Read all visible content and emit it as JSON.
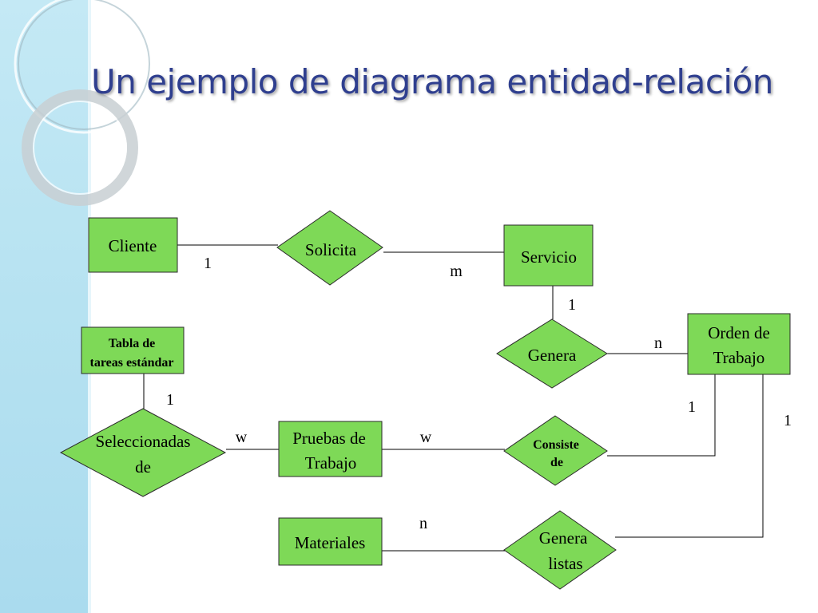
{
  "title": "Un ejemplo de diagrama entidad-relación",
  "colors": {
    "shape_fill": "#7ed957",
    "title": "#2f3f8f",
    "band": "#b6e2f1"
  },
  "entities": [
    {
      "id": "cliente",
      "lines": [
        "Cliente"
      ]
    },
    {
      "id": "servicio",
      "lines": [
        "Servicio"
      ]
    },
    {
      "id": "orden",
      "lines": [
        "Orden de",
        "Trabajo"
      ]
    },
    {
      "id": "tabla",
      "lines": [
        "Tabla de",
        "tareas estándar"
      ]
    },
    {
      "id": "pruebas",
      "lines": [
        "Pruebas de",
        "Trabajo"
      ]
    },
    {
      "id": "materiales",
      "lines": [
        "Materiales"
      ]
    }
  ],
  "relationships": [
    {
      "id": "solicita",
      "lines": [
        "Solicita"
      ]
    },
    {
      "id": "genera",
      "lines": [
        "Genera"
      ]
    },
    {
      "id": "seleccionadas",
      "lines": [
        "Seleccionadas",
        "de"
      ]
    },
    {
      "id": "consiste",
      "lines": [
        "Consiste",
        "de"
      ]
    },
    {
      "id": "genera_listas",
      "lines": [
        "Genera",
        "listas"
      ]
    }
  ],
  "cardinalities": [
    "1",
    "m",
    "1",
    "n",
    "1",
    "1",
    "1",
    "w",
    "w",
    "n"
  ]
}
